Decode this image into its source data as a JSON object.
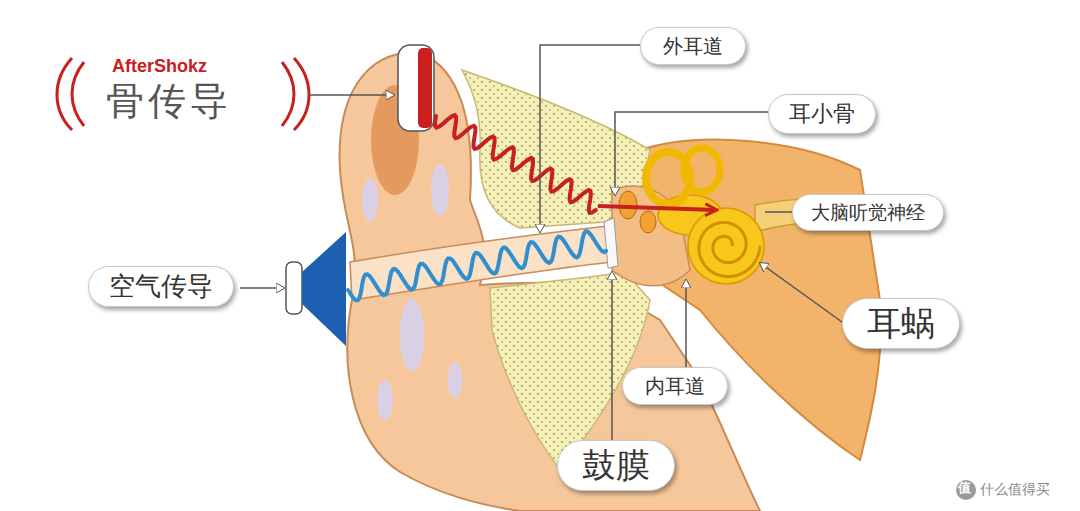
{
  "diagram": {
    "nodes": [
      {
        "text": [
          "外耳道"
        ]
      },
      {
        "text": [
          "耳小骨"
        ]
      },
      {
        "text": [
          "大脑听觉神经"
        ]
      },
      {
        "text": [
          "空气传导"
        ]
      },
      {
        "text": [
          "耳蜗"
        ]
      },
      {
        "text": [
          "内耳道"
        ]
      },
      {
        "text": [
          "鼓膜"
        ]
      }
    ],
    "labels": [
      "AfterShokz",
      "骨传导",
      "值",
      "什么值得买"
    ]
  }
}
